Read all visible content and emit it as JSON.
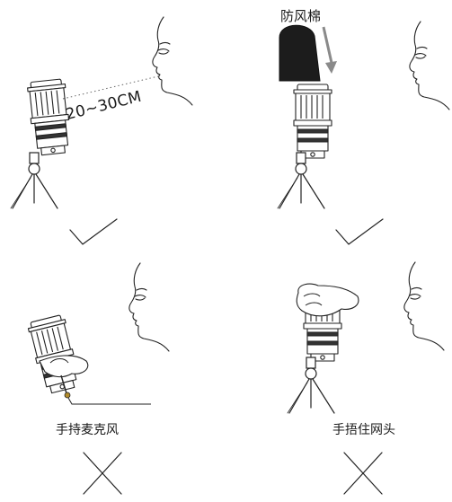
{
  "panels": {
    "top_left": {
      "distance_label": "20~30CM",
      "verdict": "correct"
    },
    "top_right": {
      "title": "防风棉",
      "verdict": "correct"
    },
    "bottom_left": {
      "caption": "手持麦克风",
      "verdict": "incorrect"
    },
    "bottom_right": {
      "caption": "手捂住网头",
      "verdict": "incorrect"
    }
  },
  "colors": {
    "line": "#222222",
    "windscreen": "#1c1c1c",
    "arrow": "#8a8a8a"
  },
  "icons": [
    "check-icon",
    "cross-icon",
    "face-profile-icon",
    "microphone-icon",
    "tripod-icon",
    "hand-icon",
    "down-arrow-icon"
  ]
}
